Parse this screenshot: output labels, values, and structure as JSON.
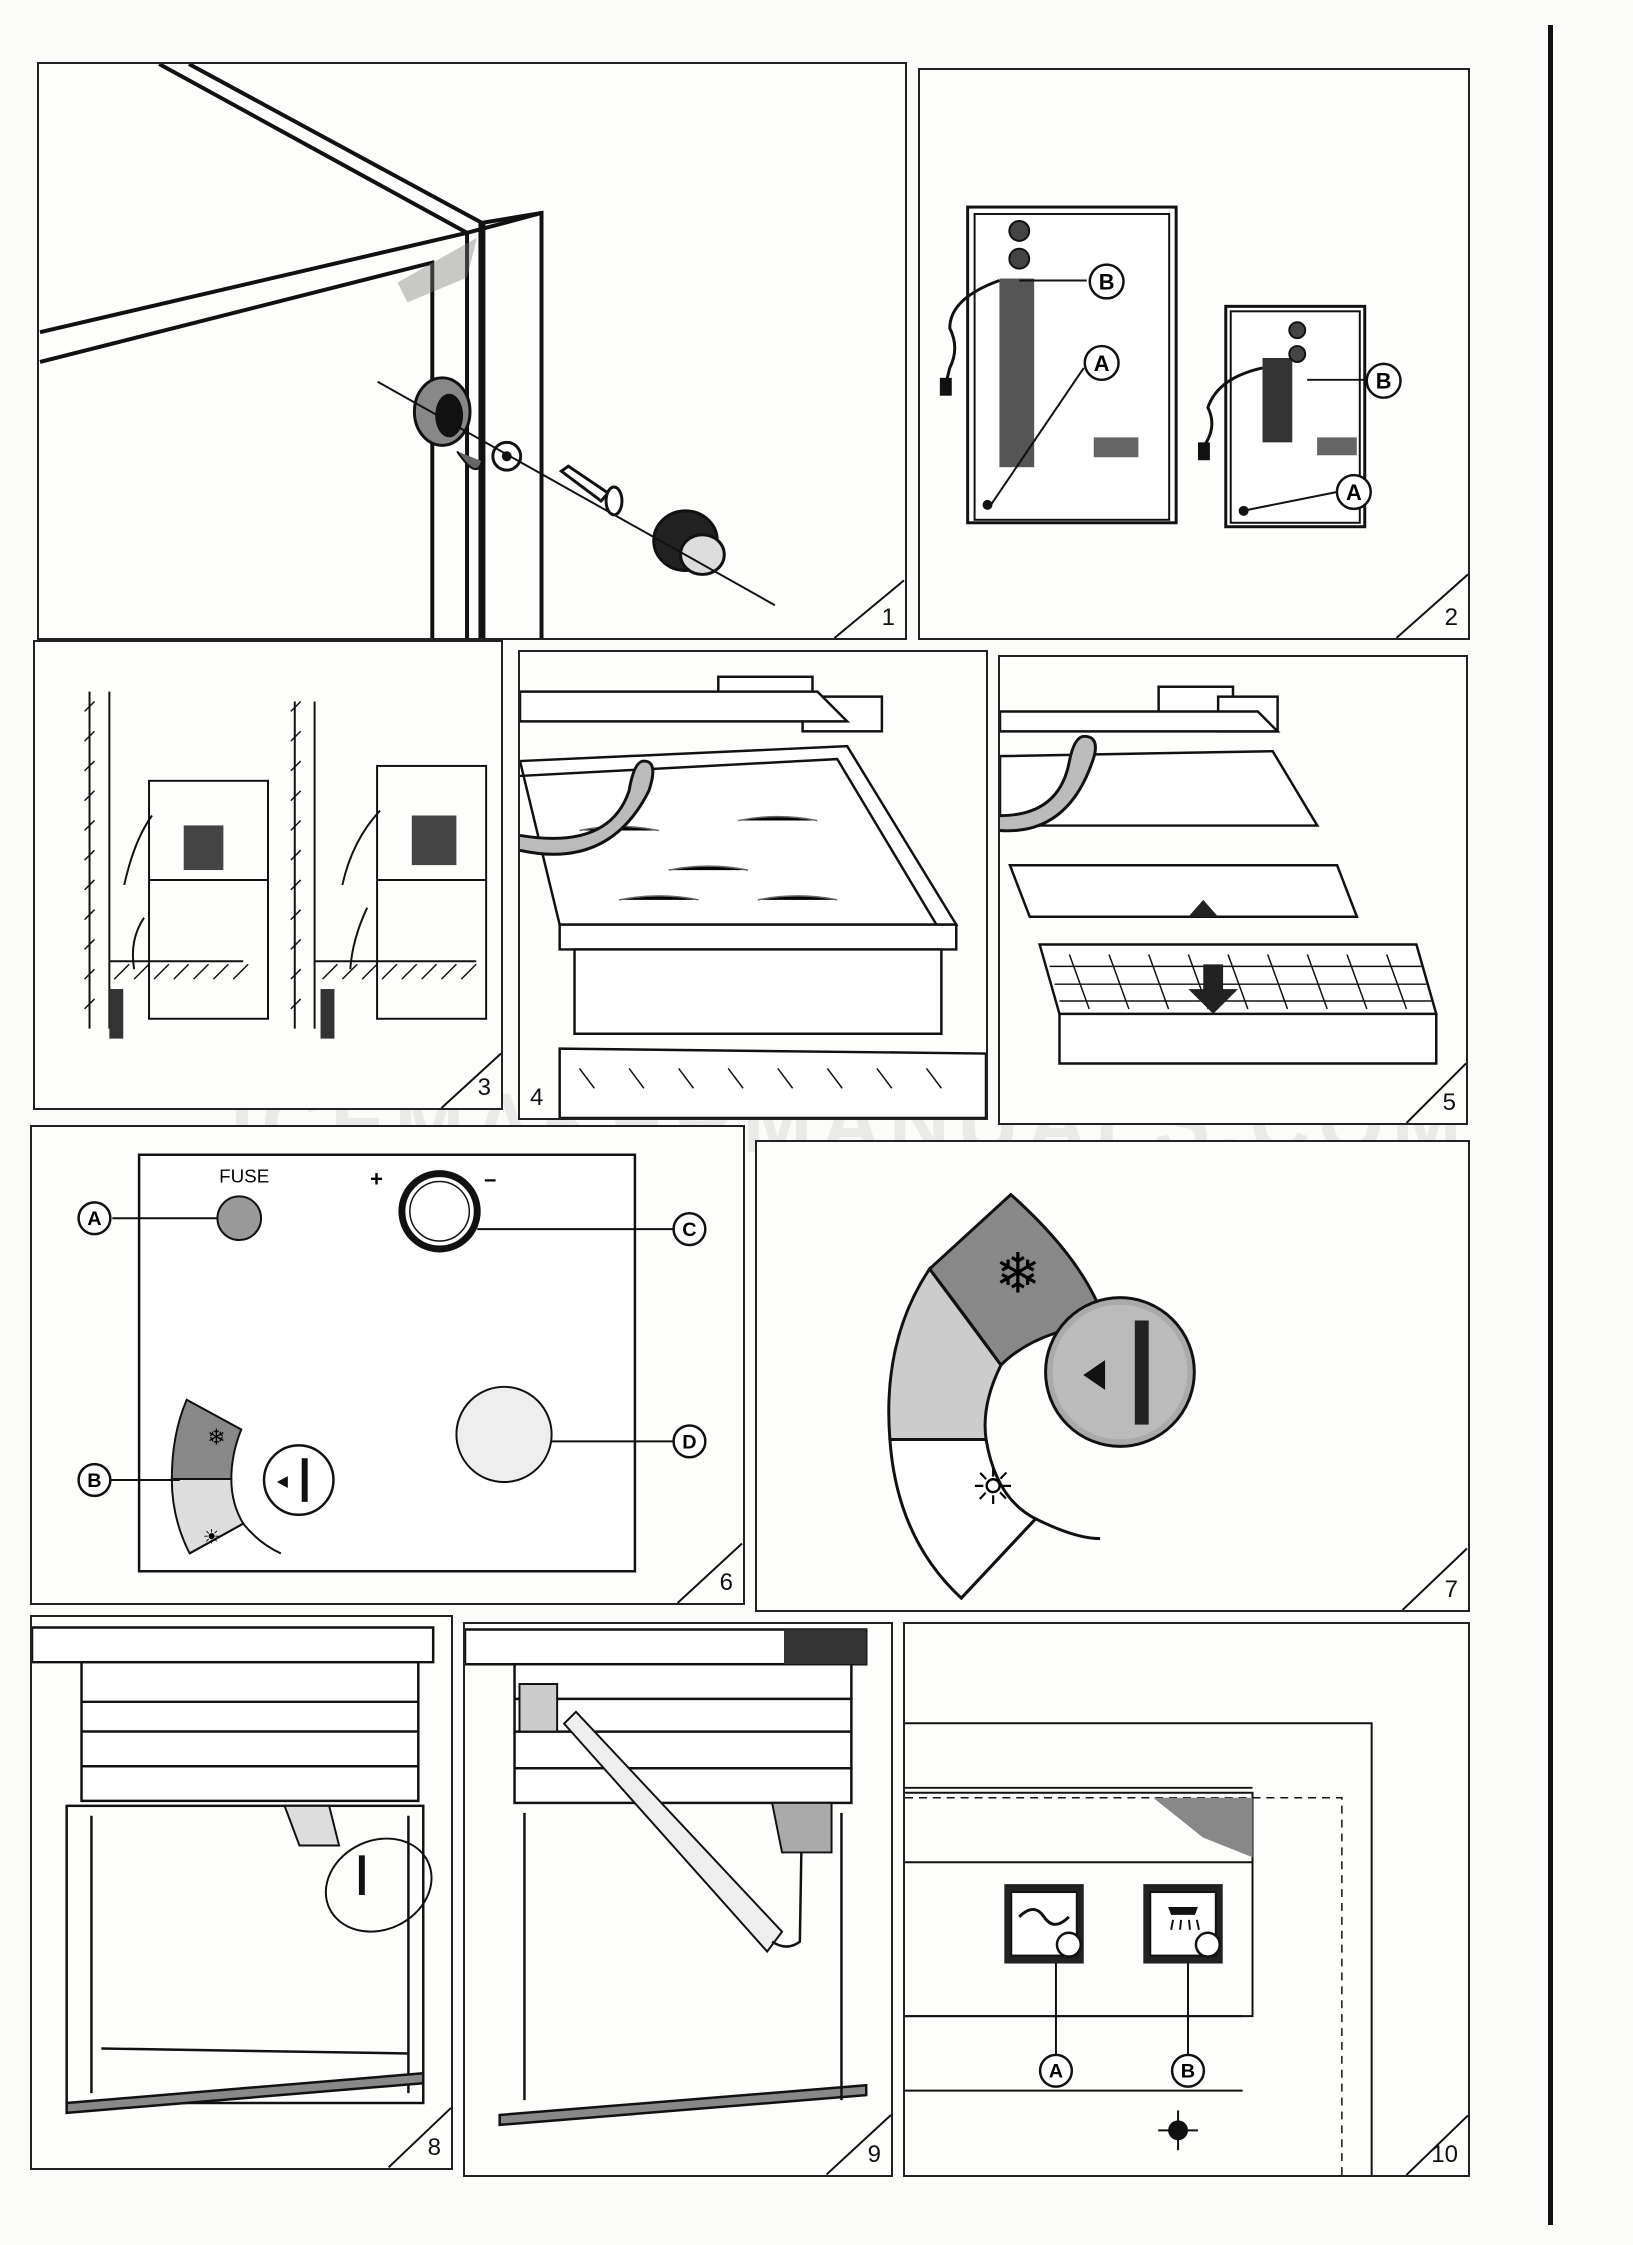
{
  "watermark": "ICEMAKERMANUALS.COM",
  "panels": [
    {
      "number": "1"
    },
    {
      "number": "2",
      "labels": [
        "B",
        "A",
        "B",
        "A"
      ]
    },
    {
      "number": "3"
    },
    {
      "number": "4"
    },
    {
      "number": "5"
    },
    {
      "number": "6",
      "fuse_label": "FUSE",
      "plus": "+",
      "minus": "–",
      "callouts": [
        "A",
        "B",
        "C",
        "D"
      ]
    },
    {
      "number": "7"
    },
    {
      "number": "8"
    },
    {
      "number": "9"
    },
    {
      "number": "10",
      "callouts": [
        "A",
        "B"
      ]
    }
  ]
}
